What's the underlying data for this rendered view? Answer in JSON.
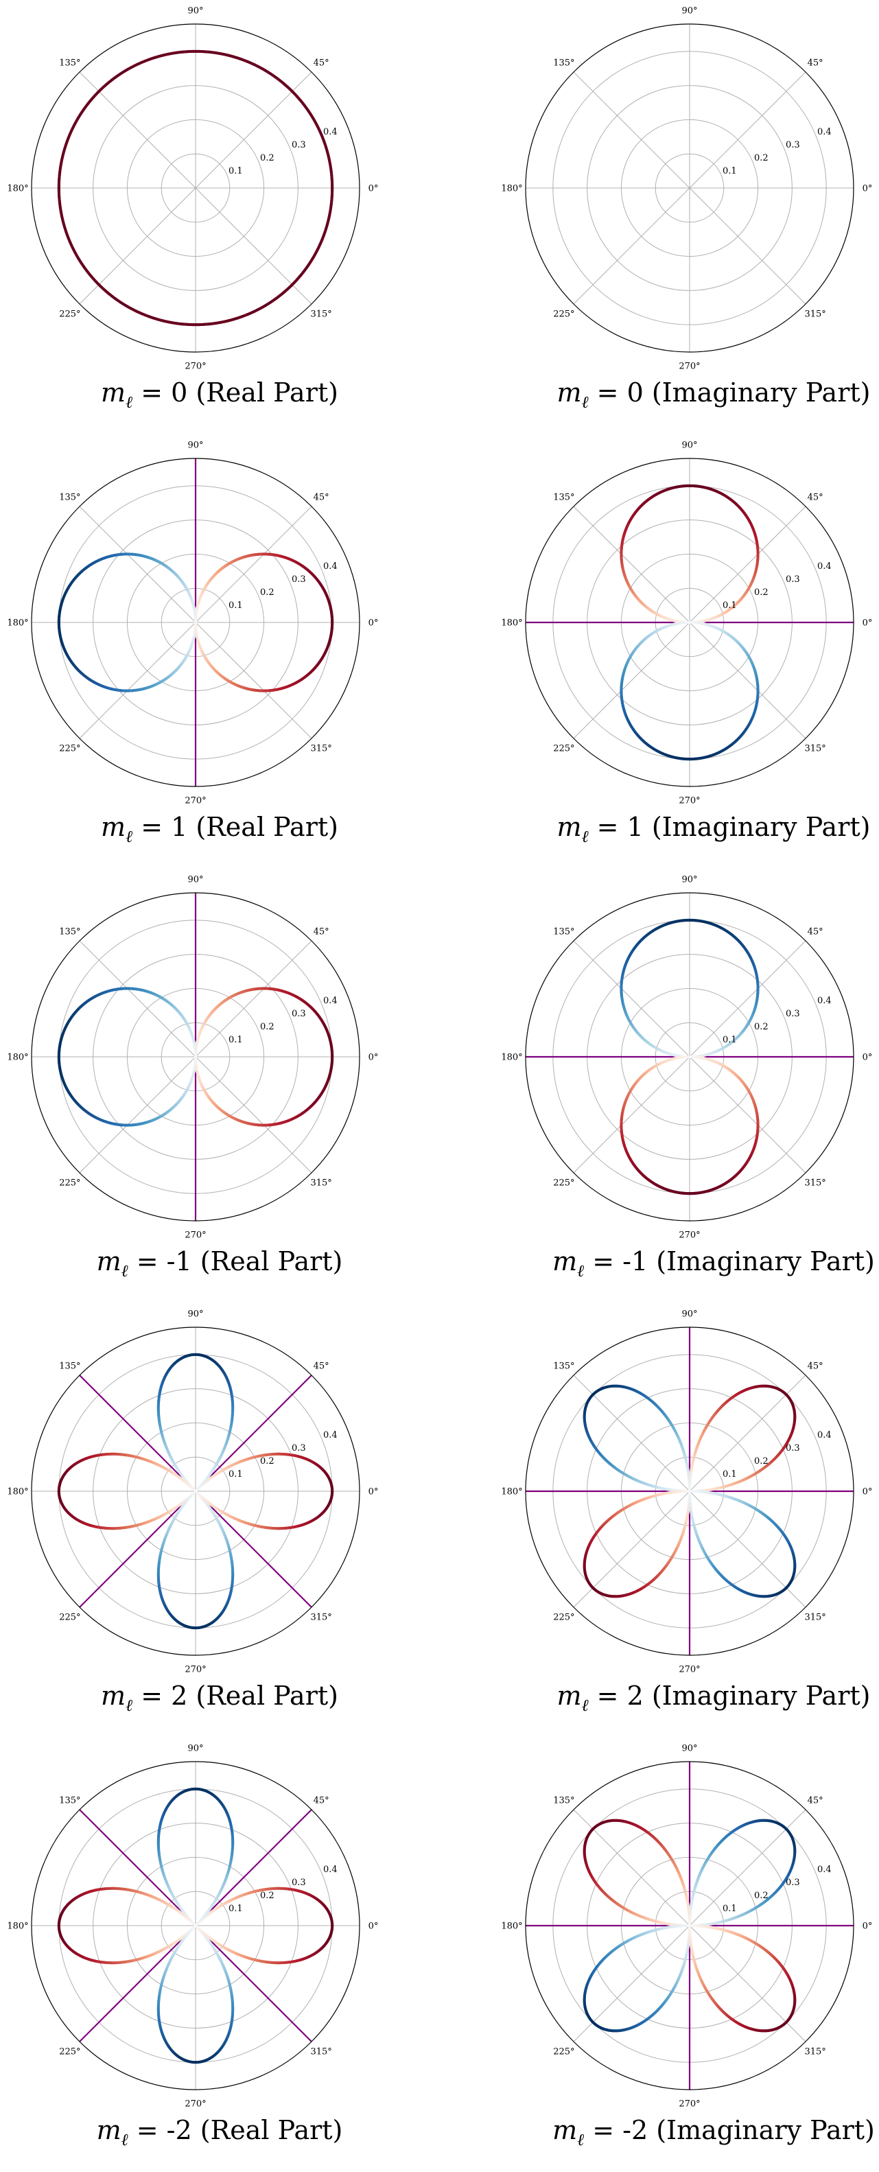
{
  "figure": {
    "title_prefix_symbol": "m",
    "title_prefix_subscript": "ℓ",
    "angle_tick_labels": [
      "0°",
      "45°",
      "90°",
      "135°",
      "180°",
      "225°",
      "270°",
      "315°"
    ],
    "radial_tick_labels": [
      "0.1",
      "0.2",
      "0.3",
      "0.4"
    ],
    "colors": {
      "outer_frame": "#000000",
      "grid": "#b0b0b0",
      "nodal_line": "#800080",
      "positive_max": "#67001f",
      "negative_max": "#053061",
      "colormap": "RdBu_r"
    }
  },
  "panels": [
    {
      "title": "= 0 (Real Part)"
    },
    {
      "title": "= 0 (Imaginary Part)"
    },
    {
      "title": "= 1 (Real Part)"
    },
    {
      "title": "= 1 (Imaginary Part)"
    },
    {
      "title": "= -1 (Real Part)"
    },
    {
      "title": "= -1 (Imaginary Part)"
    },
    {
      "title": "= 2 (Real Part)"
    },
    {
      "title": "= 2 (Imaginary Part)"
    },
    {
      "title": "= -2 (Real Part)"
    },
    {
      "title": "= -2 (Imaginary Part)"
    }
  ],
  "chart_data": [
    {
      "type": "line",
      "subtype": "polar",
      "title": "m_ℓ = 0 (Real Part)",
      "m": 0,
      "part": "real",
      "formula": "r = |0.4|",
      "amplitude": 0.4,
      "harmonic": 0,
      "trig": "const",
      "sign": 1,
      "nodal_angles_deg": [],
      "rlim": [
        0,
        0.48
      ],
      "rticks": [
        0.1,
        0.2,
        0.3,
        0.4
      ],
      "thetaticks_deg": [
        0,
        45,
        90,
        135,
        180,
        225,
        270,
        315
      ],
      "grid": true
    },
    {
      "type": "line",
      "subtype": "polar",
      "title": "m_ℓ = 0 (Imaginary Part)",
      "m": 0,
      "part": "imag",
      "formula": "r = 0 (no curve)",
      "amplitude": 0,
      "harmonic": 0,
      "trig": "none",
      "sign": 1,
      "nodal_angles_deg": [],
      "rlim": [
        0,
        0.48
      ],
      "rticks": [
        0.1,
        0.2,
        0.3,
        0.4
      ],
      "thetaticks_deg": [
        0,
        45,
        90,
        135,
        180,
        225,
        270,
        315
      ],
      "grid": true
    },
    {
      "type": "line",
      "subtype": "polar",
      "title": "m_ℓ = 1 (Real Part)",
      "m": 1,
      "part": "real",
      "formula": "value = 0.4·cos(θ), r = |value|",
      "amplitude": 0.4,
      "harmonic": 1,
      "trig": "cos",
      "sign": 1,
      "nodal_angles_deg": [
        90
      ],
      "rlim": [
        0,
        0.48
      ],
      "rticks": [
        0.1,
        0.2,
        0.3,
        0.4
      ],
      "thetaticks_deg": [
        0,
        45,
        90,
        135,
        180,
        225,
        270,
        315
      ],
      "grid": true
    },
    {
      "type": "line",
      "subtype": "polar",
      "title": "m_ℓ = 1 (Imaginary Part)",
      "m": 1,
      "part": "imag",
      "formula": "value = 0.4·sin(θ), r = |value|",
      "amplitude": 0.4,
      "harmonic": 1,
      "trig": "sin",
      "sign": 1,
      "nodal_angles_deg": [
        0
      ],
      "rlim": [
        0,
        0.48
      ],
      "rticks": [
        0.1,
        0.2,
        0.3,
        0.4
      ],
      "thetaticks_deg": [
        0,
        45,
        90,
        135,
        180,
        225,
        270,
        315
      ],
      "grid": true
    },
    {
      "type": "line",
      "subtype": "polar",
      "title": "m_ℓ = -1 (Real Part)",
      "m": -1,
      "part": "real",
      "formula": "value = 0.4·cos(θ), r = |value|",
      "amplitude": 0.4,
      "harmonic": 1,
      "trig": "cos",
      "sign": 1,
      "nodal_angles_deg": [
        90
      ],
      "rlim": [
        0,
        0.48
      ],
      "rticks": [
        0.1,
        0.2,
        0.3,
        0.4
      ],
      "thetaticks_deg": [
        0,
        45,
        90,
        135,
        180,
        225,
        270,
        315
      ],
      "grid": true
    },
    {
      "type": "line",
      "subtype": "polar",
      "title": "m_ℓ = -1 (Imaginary Part)",
      "m": -1,
      "part": "imag",
      "formula": "value = -0.4·sin(θ), r = |value|",
      "amplitude": 0.4,
      "harmonic": 1,
      "trig": "sin",
      "sign": -1,
      "nodal_angles_deg": [
        0
      ],
      "rlim": [
        0,
        0.48
      ],
      "rticks": [
        0.1,
        0.2,
        0.3,
        0.4
      ],
      "thetaticks_deg": [
        0,
        45,
        90,
        135,
        180,
        225,
        270,
        315
      ],
      "grid": true
    },
    {
      "type": "line",
      "subtype": "polar",
      "title": "m_ℓ = 2 (Real Part)",
      "m": 2,
      "part": "real",
      "formula": "value = 0.4·cos(2θ), r = |value|",
      "amplitude": 0.4,
      "harmonic": 2,
      "trig": "cos",
      "sign": 1,
      "nodal_angles_deg": [
        45,
        135
      ],
      "rlim": [
        0,
        0.48
      ],
      "rticks": [
        0.1,
        0.2,
        0.3,
        0.4
      ],
      "thetaticks_deg": [
        0,
        45,
        90,
        135,
        180,
        225,
        270,
        315
      ],
      "grid": true
    },
    {
      "type": "line",
      "subtype": "polar",
      "title": "m_ℓ = 2 (Imaginary Part)",
      "m": 2,
      "part": "imag",
      "formula": "value = 0.4·sin(2θ), r = |value|",
      "amplitude": 0.4,
      "harmonic": 2,
      "trig": "sin",
      "sign": 1,
      "nodal_angles_deg": [
        0,
        90
      ],
      "rlim": [
        0,
        0.48
      ],
      "rticks": [
        0.1,
        0.2,
        0.3,
        0.4
      ],
      "thetaticks_deg": [
        0,
        45,
        90,
        135,
        180,
        225,
        270,
        315
      ],
      "grid": true
    },
    {
      "type": "line",
      "subtype": "polar",
      "title": "m_ℓ = -2 (Real Part)",
      "m": -2,
      "part": "real",
      "formula": "value = 0.4·cos(2θ), r = |value|",
      "amplitude": 0.4,
      "harmonic": 2,
      "trig": "cos",
      "sign": 1,
      "nodal_angles_deg": [
        45,
        135
      ],
      "rlim": [
        0,
        0.48
      ],
      "rticks": [
        0.1,
        0.2,
        0.3,
        0.4
      ],
      "thetaticks_deg": [
        0,
        45,
        90,
        135,
        180,
        225,
        270,
        315
      ],
      "grid": true
    },
    {
      "type": "line",
      "subtype": "polar",
      "title": "m_ℓ = -2 (Imaginary Part)",
      "m": -2,
      "part": "imag",
      "formula": "value = -0.4·sin(2θ), r = |value|",
      "amplitude": 0.4,
      "harmonic": 2,
      "trig": "sin",
      "sign": -1,
      "nodal_angles_deg": [
        0,
        90
      ],
      "rlim": [
        0,
        0.48
      ],
      "rticks": [
        0.1,
        0.2,
        0.3,
        0.4
      ],
      "thetaticks_deg": [
        0,
        45,
        90,
        135,
        180,
        225,
        270,
        315
      ],
      "grid": true
    }
  ]
}
